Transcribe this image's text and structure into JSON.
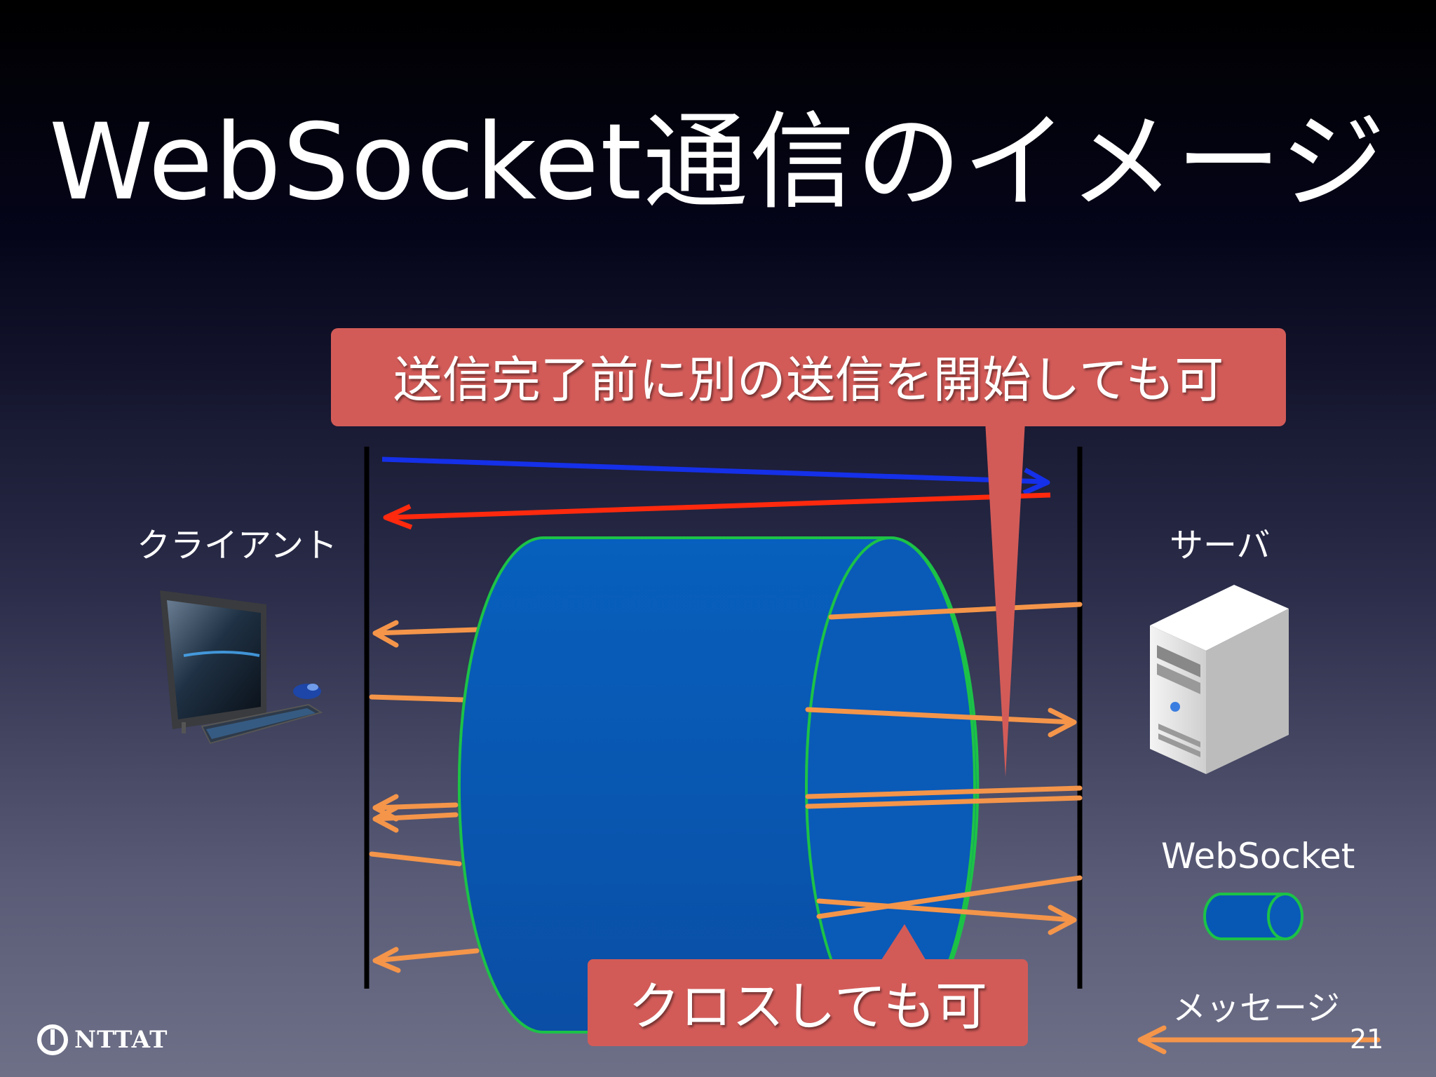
{
  "title": "WebSocket通信のイメージ",
  "client_label": "クライアント",
  "server_label": "サーバ",
  "callout_top": "送信完了前に別の送信を開始しても可",
  "callout_bottom": "クロスしても可",
  "legend": {
    "websocket_label": "WebSocket",
    "message_label": "メッセージ"
  },
  "logo_text": "NTTAT",
  "page_number": "21",
  "colors": {
    "callout": "#d25b58",
    "message_arrow": "#f4954a",
    "blue_arrow": "#1530e8",
    "red_arrow": "#ff2a0e",
    "cylinder": "#0758b5",
    "cylinder_edge": "#1cc247"
  },
  "icons": {
    "client": "desktop-computer-icon",
    "server": "server-tower-icon"
  }
}
